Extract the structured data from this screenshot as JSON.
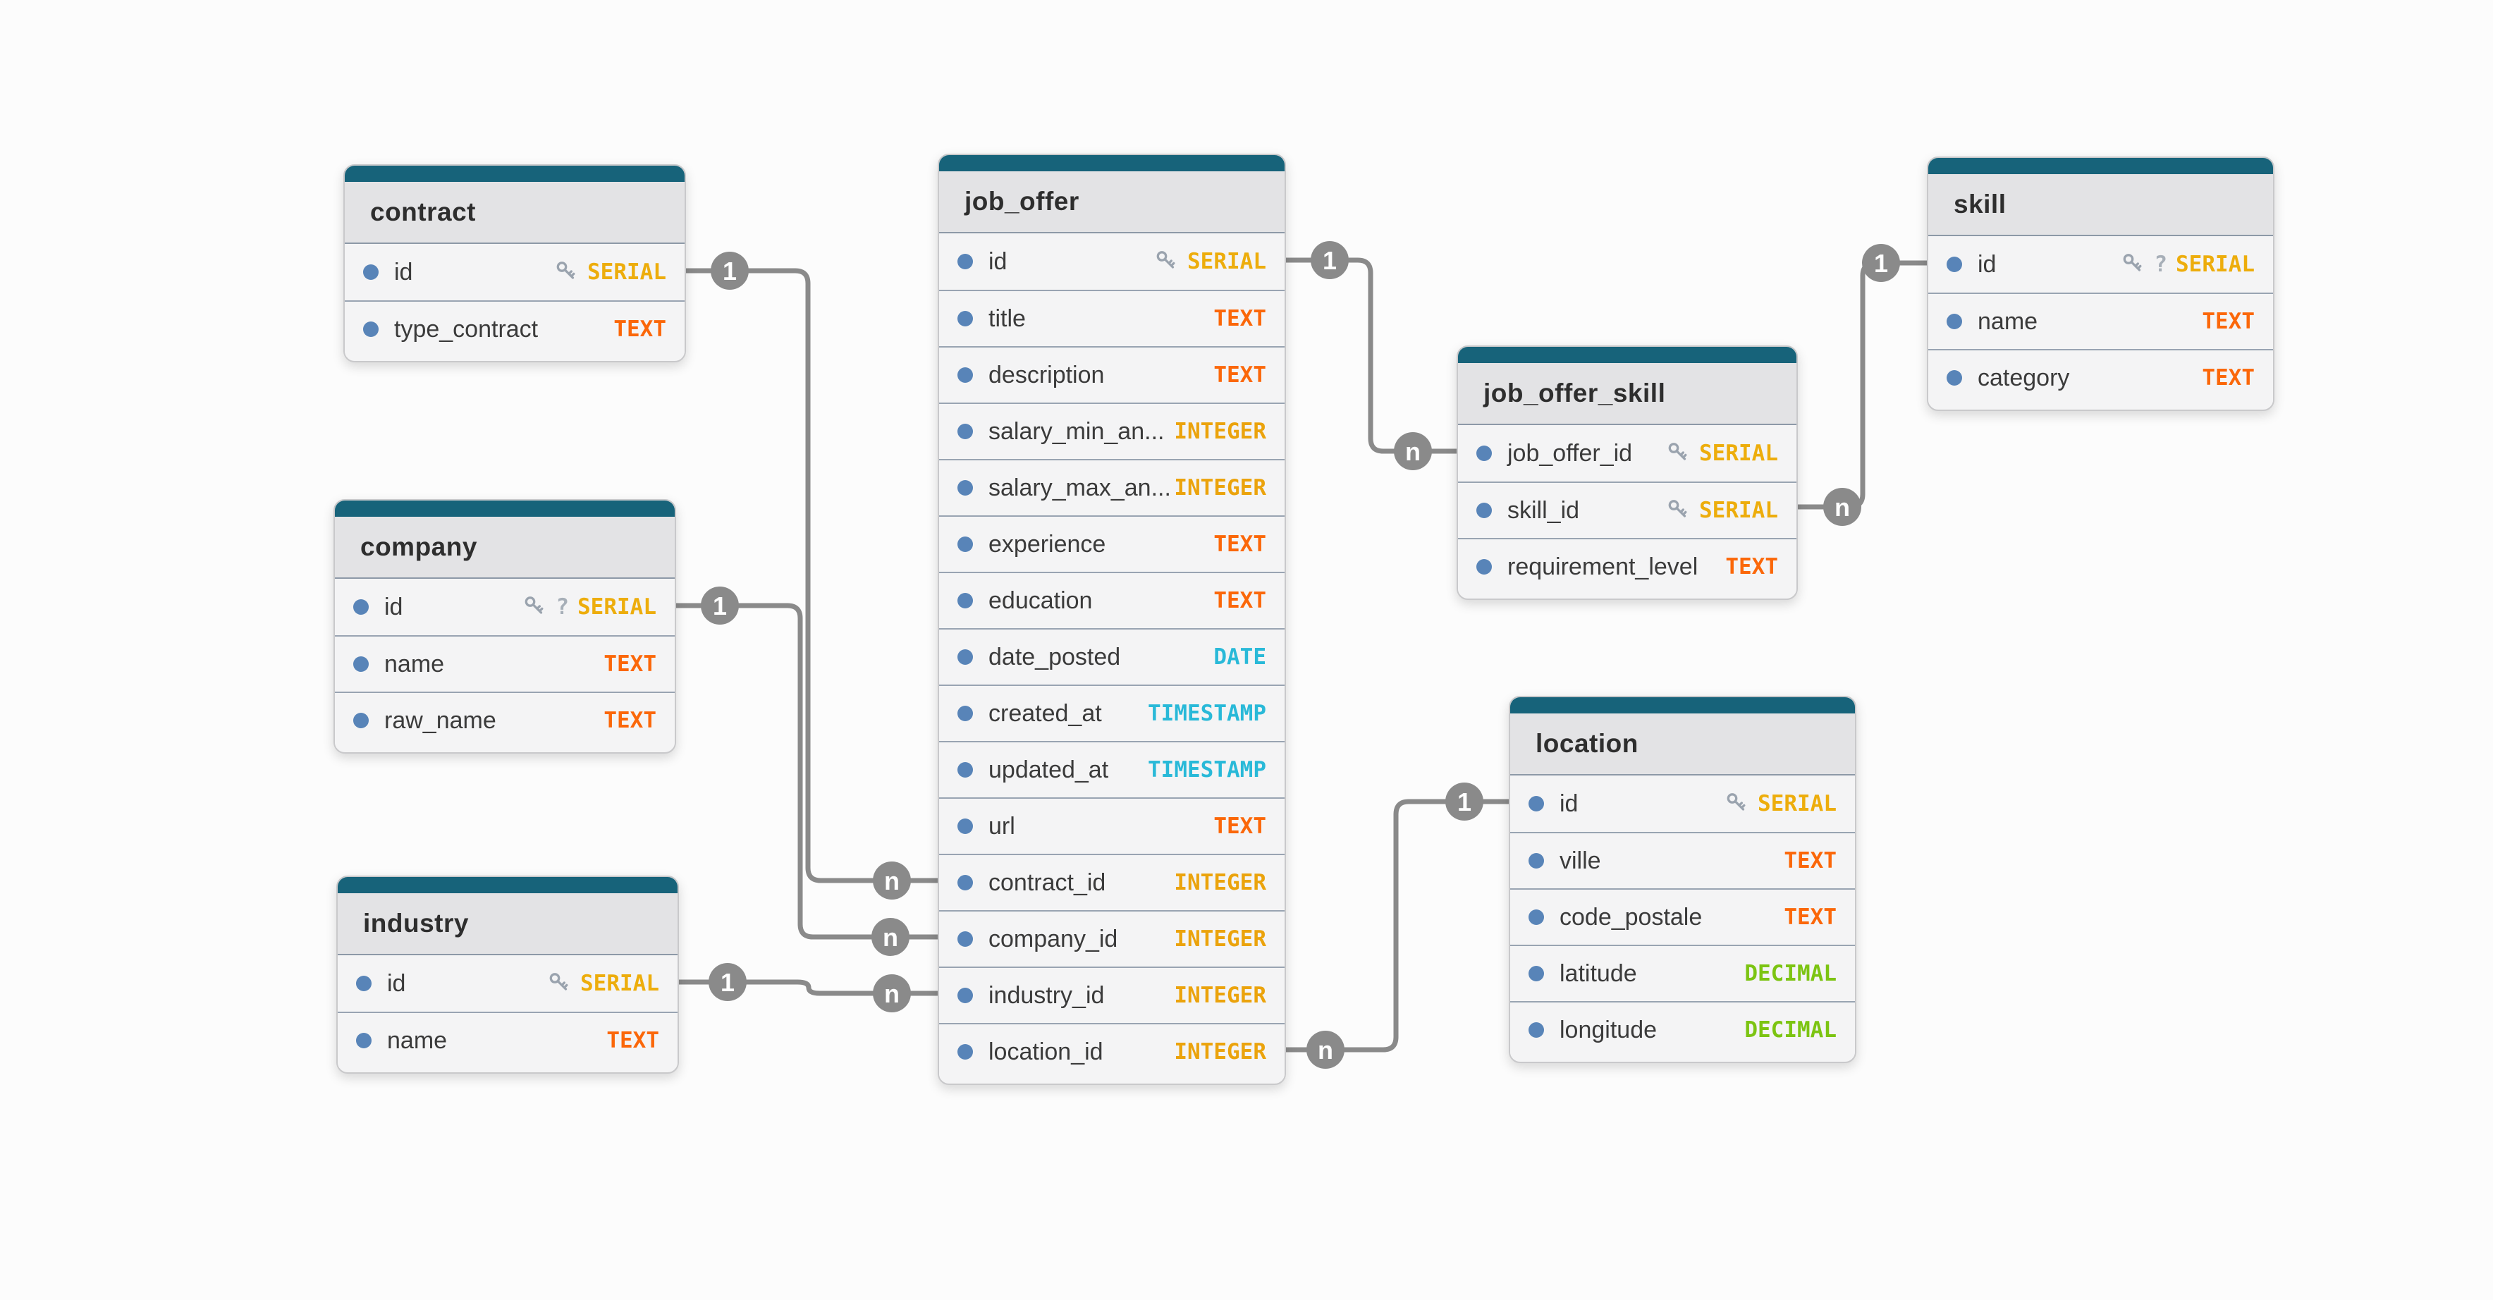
{
  "diagram": {
    "kind": "entity-relationship-diagram",
    "background_color": "#fcfcfc",
    "table_header_bar_color": "#17637A",
    "connector_color": "#8a8a8a",
    "badge_color": "#8a8a8a",
    "type_colors": {
      "SERIAL": "#EDAD0C",
      "INTEGER": "#EBA30C",
      "TEXT": "#FB6709",
      "DATE": "#29B9D8",
      "TIMESTAMP": "#29B9D8",
      "DECIMAL": "#7CC412"
    },
    "tables": [
      {
        "name": "contract",
        "fields": [
          {
            "name": "id",
            "type": "SERIAL",
            "primary_key": true
          },
          {
            "name": "type_contract",
            "type": "TEXT"
          }
        ]
      },
      {
        "name": "company",
        "fields": [
          {
            "name": "id",
            "type": "SERIAL",
            "primary_key": true,
            "nullable": "?"
          },
          {
            "name": "name",
            "type": "TEXT"
          },
          {
            "name": "raw_name",
            "type": "TEXT"
          }
        ]
      },
      {
        "name": "industry",
        "fields": [
          {
            "name": "id",
            "type": "SERIAL",
            "primary_key": true
          },
          {
            "name": "name",
            "type": "TEXT"
          }
        ]
      },
      {
        "name": "job_offer",
        "fields": [
          {
            "name": "id",
            "type": "SERIAL",
            "primary_key": true
          },
          {
            "name": "title",
            "type": "TEXT"
          },
          {
            "name": "description",
            "type": "TEXT"
          },
          {
            "name": "salary_min_an...",
            "type": "INTEGER"
          },
          {
            "name": "salary_max_an...",
            "type": "INTEGER"
          },
          {
            "name": "experience",
            "type": "TEXT"
          },
          {
            "name": "education",
            "type": "TEXT"
          },
          {
            "name": "date_posted",
            "type": "DATE"
          },
          {
            "name": "created_at",
            "type": "TIMESTAMP"
          },
          {
            "name": "updated_at",
            "type": "TIMESTAMP"
          },
          {
            "name": "url",
            "type": "TEXT"
          },
          {
            "name": "contract_id",
            "type": "INTEGER"
          },
          {
            "name": "company_id",
            "type": "INTEGER"
          },
          {
            "name": "industry_id",
            "type": "INTEGER"
          },
          {
            "name": "location_id",
            "type": "INTEGER"
          }
        ]
      },
      {
        "name": "job_offer_skill",
        "fields": [
          {
            "name": "job_offer_id",
            "type": "SERIAL",
            "primary_key": true
          },
          {
            "name": "skill_id",
            "type": "SERIAL",
            "primary_key": true
          },
          {
            "name": "requirement_level",
            "type": "TEXT"
          }
        ]
      },
      {
        "name": "skill",
        "fields": [
          {
            "name": "id",
            "type": "SERIAL",
            "primary_key": true,
            "nullable": "?"
          },
          {
            "name": "name",
            "type": "TEXT"
          },
          {
            "name": "category",
            "type": "TEXT"
          }
        ]
      },
      {
        "name": "location",
        "fields": [
          {
            "name": "id",
            "type": "SERIAL",
            "primary_key": true
          },
          {
            "name": "ville",
            "type": "TEXT"
          },
          {
            "name": "code_postale",
            "type": "TEXT"
          },
          {
            "name": "latitude",
            "type": "DECIMAL"
          },
          {
            "name": "longitude",
            "type": "DECIMAL"
          }
        ]
      }
    ],
    "relationships": [
      {
        "from_table": "contract",
        "from_field": "id",
        "from_label": "1",
        "to_table": "job_offer",
        "to_field": "contract_id",
        "to_label": "n"
      },
      {
        "from_table": "company",
        "from_field": "id",
        "from_label": "1",
        "to_table": "job_offer",
        "to_field": "company_id",
        "to_label": "n"
      },
      {
        "from_table": "industry",
        "from_field": "id",
        "from_label": "1",
        "to_table": "job_offer",
        "to_field": "industry_id",
        "to_label": "n"
      },
      {
        "from_table": "job_offer",
        "from_field": "id",
        "from_label": "1",
        "to_table": "job_offer_skill",
        "to_field": "job_offer_id",
        "to_label": "n"
      },
      {
        "from_table": "skill",
        "from_field": "id",
        "from_label": "1",
        "to_table": "job_offer_skill",
        "to_field": "skill_id",
        "to_label": "n"
      },
      {
        "from_table": "location",
        "from_field": "id",
        "from_label": "1",
        "to_table": "job_offer",
        "to_field": "location_id",
        "to_label": "n"
      }
    ]
  }
}
